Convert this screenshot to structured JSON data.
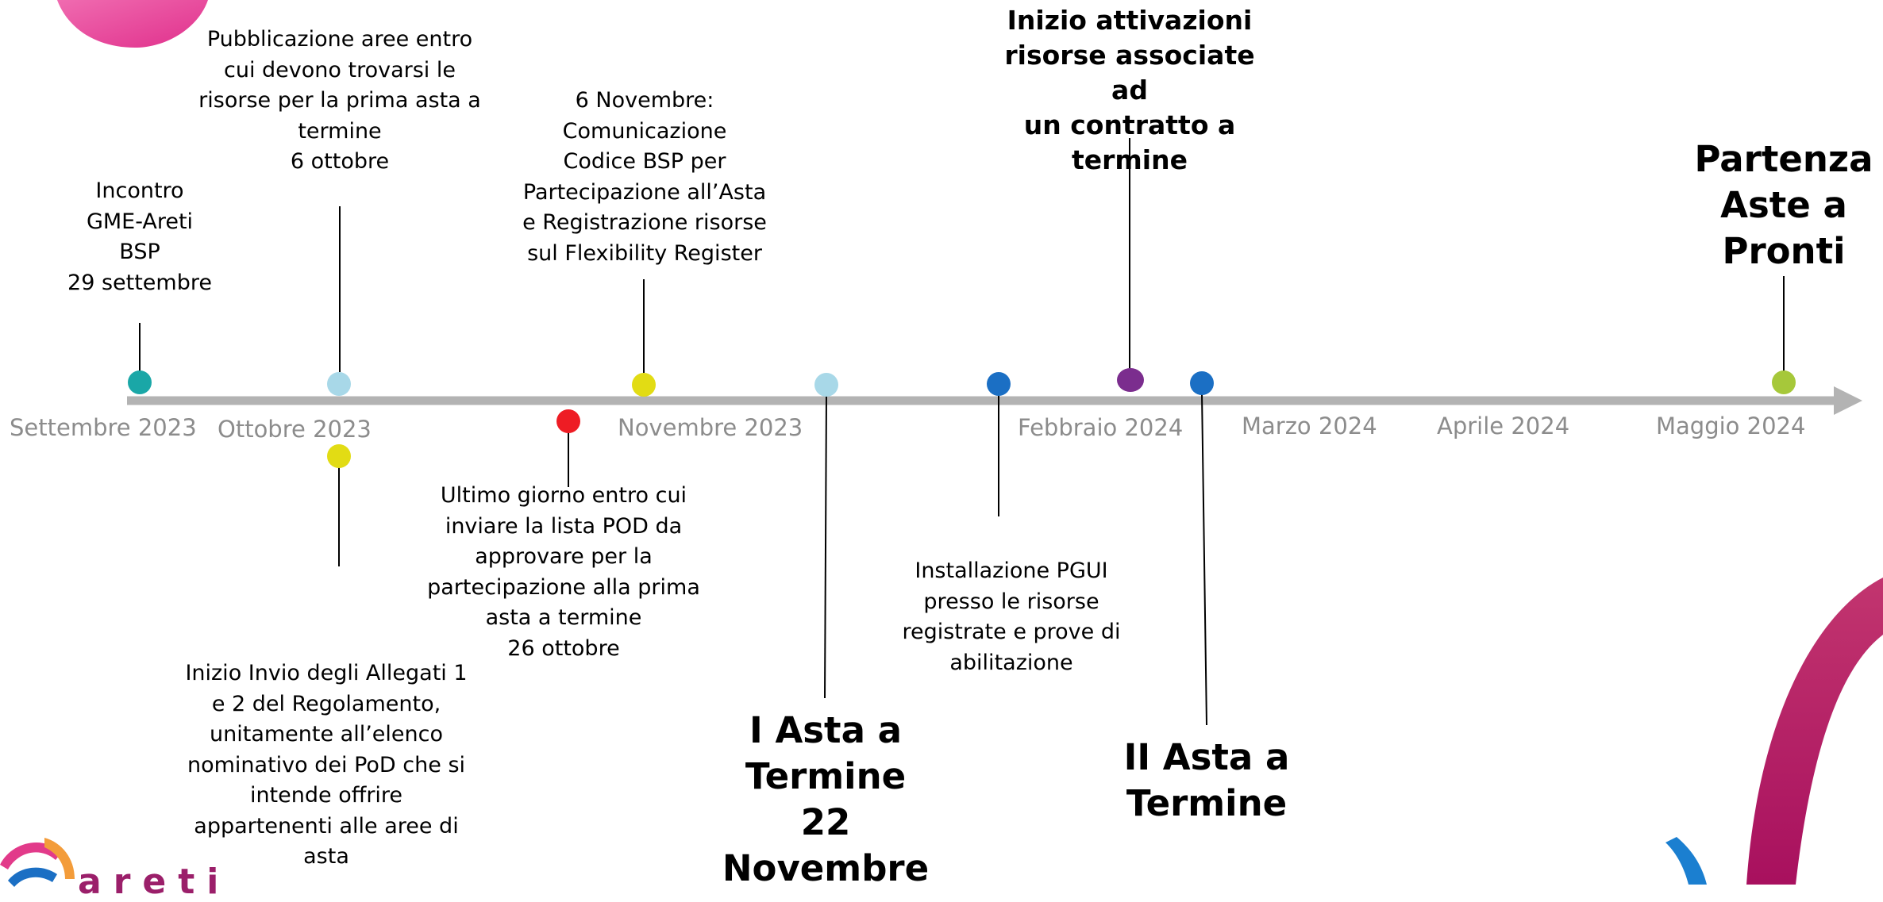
{
  "brand": {
    "logo_text": "areti",
    "colors": {
      "magenta": "#c4175c",
      "blue": "#1b6fc4",
      "orange": "#f39c3a",
      "purple": "#7b2d8e"
    }
  },
  "timeline": {
    "axis_color": "#b3b3b3",
    "months": [
      "Settembre 2023",
      "Ottobre 2023",
      "Novembre 2023",
      "Febbraio 2024",
      "Marzo 2024",
      "Aprile 2024",
      "Maggio 2024"
    ],
    "events": [
      {
        "text": "Incontro\nGME-Areti\nBSP\n29 settembre",
        "color": "#1aa7a7"
      },
      {
        "text": "Pubblicazione aree entro\ncui devono trovarsi le\nrisorse per la prima asta a\ntermine\n6 ottobre",
        "color": "#a8d8e8"
      },
      {
        "text": "Inizio Invio degli Allegati 1\ne 2 del Regolamento,\nunitamente all’elenco\nnominativo dei PoD che si\nintende offrire\nappartenenti alle aree di\nasta",
        "color": "#e2dc14"
      },
      {
        "text": "Ultimo giorno entro cui\ninviare la lista POD da\napprovare per la\npartecipazione alla prima\nasta a termine\n26 ottobre",
        "color": "#ee1c24"
      },
      {
        "text": "6 Novembre:\nComunicazione\nCodice BSP per\nPartecipazione all’Asta\ne Registrazione risorse\nsul Flexibility Register",
        "color": "#e2dc14"
      },
      {
        "text": "I Asta a\nTermine\n22\nNovembre",
        "color": "#a8d8e8"
      },
      {
        "text": "Installazione PGUI\npresso le risorse\nregistrate e prove di\nabilitazione",
        "color": "#1b6fc4"
      },
      {
        "text": "Inizio attivazioni\nrisorse associate ad\nun contratto a\ntermine",
        "color": "#7b2d8e"
      },
      {
        "text": "II Asta a\nTermine",
        "color": "#1b6fc4"
      },
      {
        "text": "Partenza\nAste a\nPronti",
        "color": "#a6c83a"
      }
    ]
  }
}
